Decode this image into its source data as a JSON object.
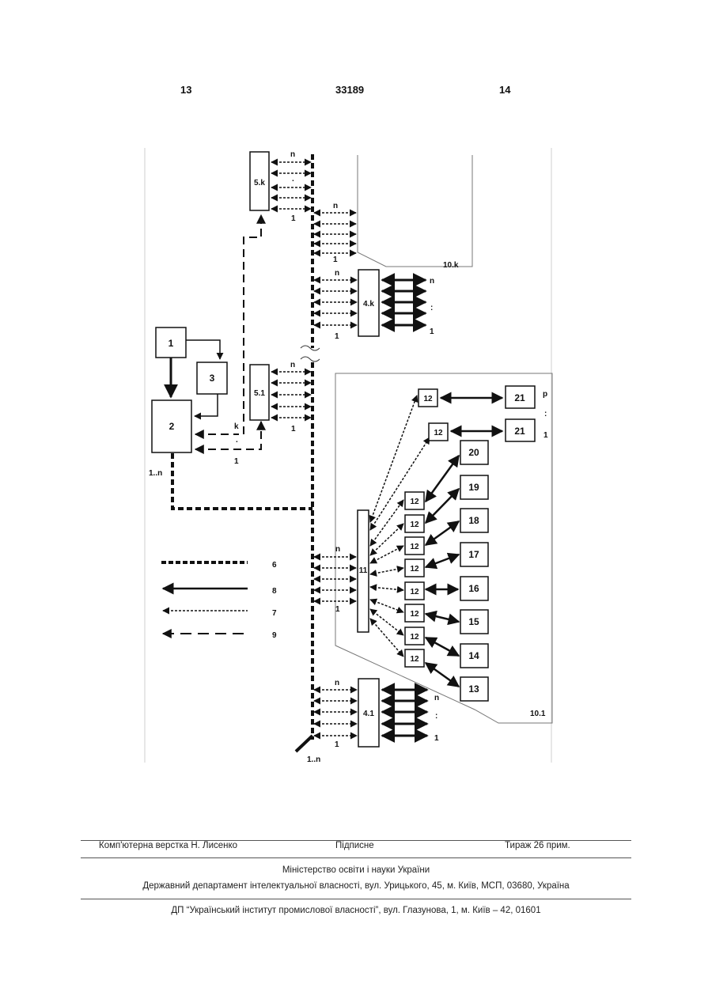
{
  "header": {
    "left_page": "13",
    "patent_number": "33189",
    "right_page": "14"
  },
  "figure": {
    "blocks": {
      "b1": "1",
      "b2": "2",
      "b3": "3",
      "b5k": "5.k",
      "b51": "5.1",
      "b4k": "4.k",
      "b41": "4.1",
      "b10k": "10.k",
      "b101": "10.1",
      "b11": "11",
      "b12": "12",
      "b13": "13",
      "b14": "14",
      "b15": "15",
      "b16": "16",
      "b17": "17",
      "b18": "18",
      "b19": "19",
      "b20": "20",
      "b21": "21"
    },
    "labels": {
      "n": "n",
      "one": "1",
      "dot": ".",
      "colon": ":",
      "k": "k",
      "p": "p",
      "range": "1..n"
    },
    "legend": [
      {
        "line": "dashed-bold",
        "number": "6"
      },
      {
        "line": "solid",
        "number": "8"
      },
      {
        "line": "dotted",
        "number": "7"
      },
      {
        "line": "long-dash",
        "number": "9"
      }
    ]
  },
  "footer": {
    "layout_by": "Комп'ютерна верстка Н. Лисенко",
    "signed": "Підписне",
    "circulation": "Тираж 26 прим.",
    "ministry": "Міністерство освіти і науки України",
    "department": "Державний департамент інтелектуальної власності, вул. Урицького, 45, м. Київ, МСП, 03680, Україна",
    "institute": "ДП “Український інститут промислової власності”, вул. Глазунова, 1, м. Київ – 42, 01601"
  }
}
